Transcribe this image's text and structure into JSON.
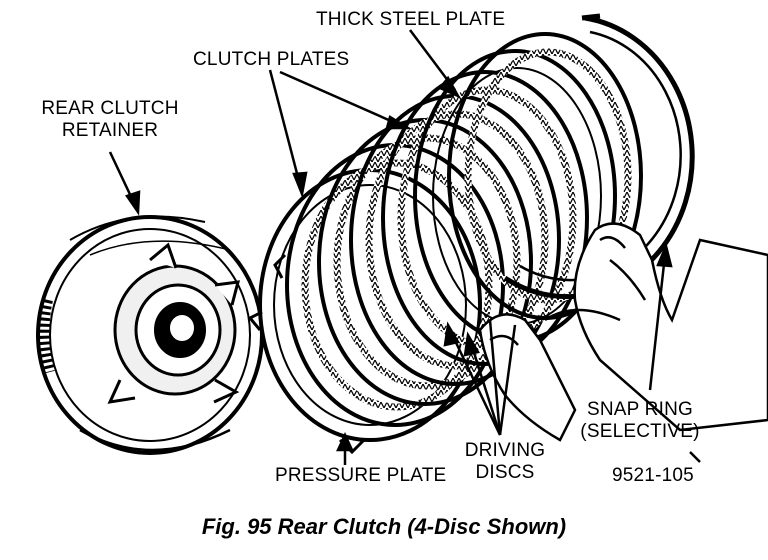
{
  "figure": {
    "caption": "Fig. 95 Rear Clutch (4-Disc Shown)",
    "figure_id": "9521-105"
  },
  "labels": {
    "thick_steel_plate": "THICK STEEL PLATE",
    "clutch_plates": "CLUTCH PLATES",
    "rear_clutch_retainer_line1": "REAR CLUTCH",
    "rear_clutch_retainer_line2": "RETAINER",
    "snap_ring_line1": "SNAP RING",
    "snap_ring_line2": "(SELECTIVE)",
    "driving_discs_line1": "DRIVING",
    "driving_discs_line2": "DISCS",
    "pressure_plate": "PRESSURE PLATE"
  }
}
